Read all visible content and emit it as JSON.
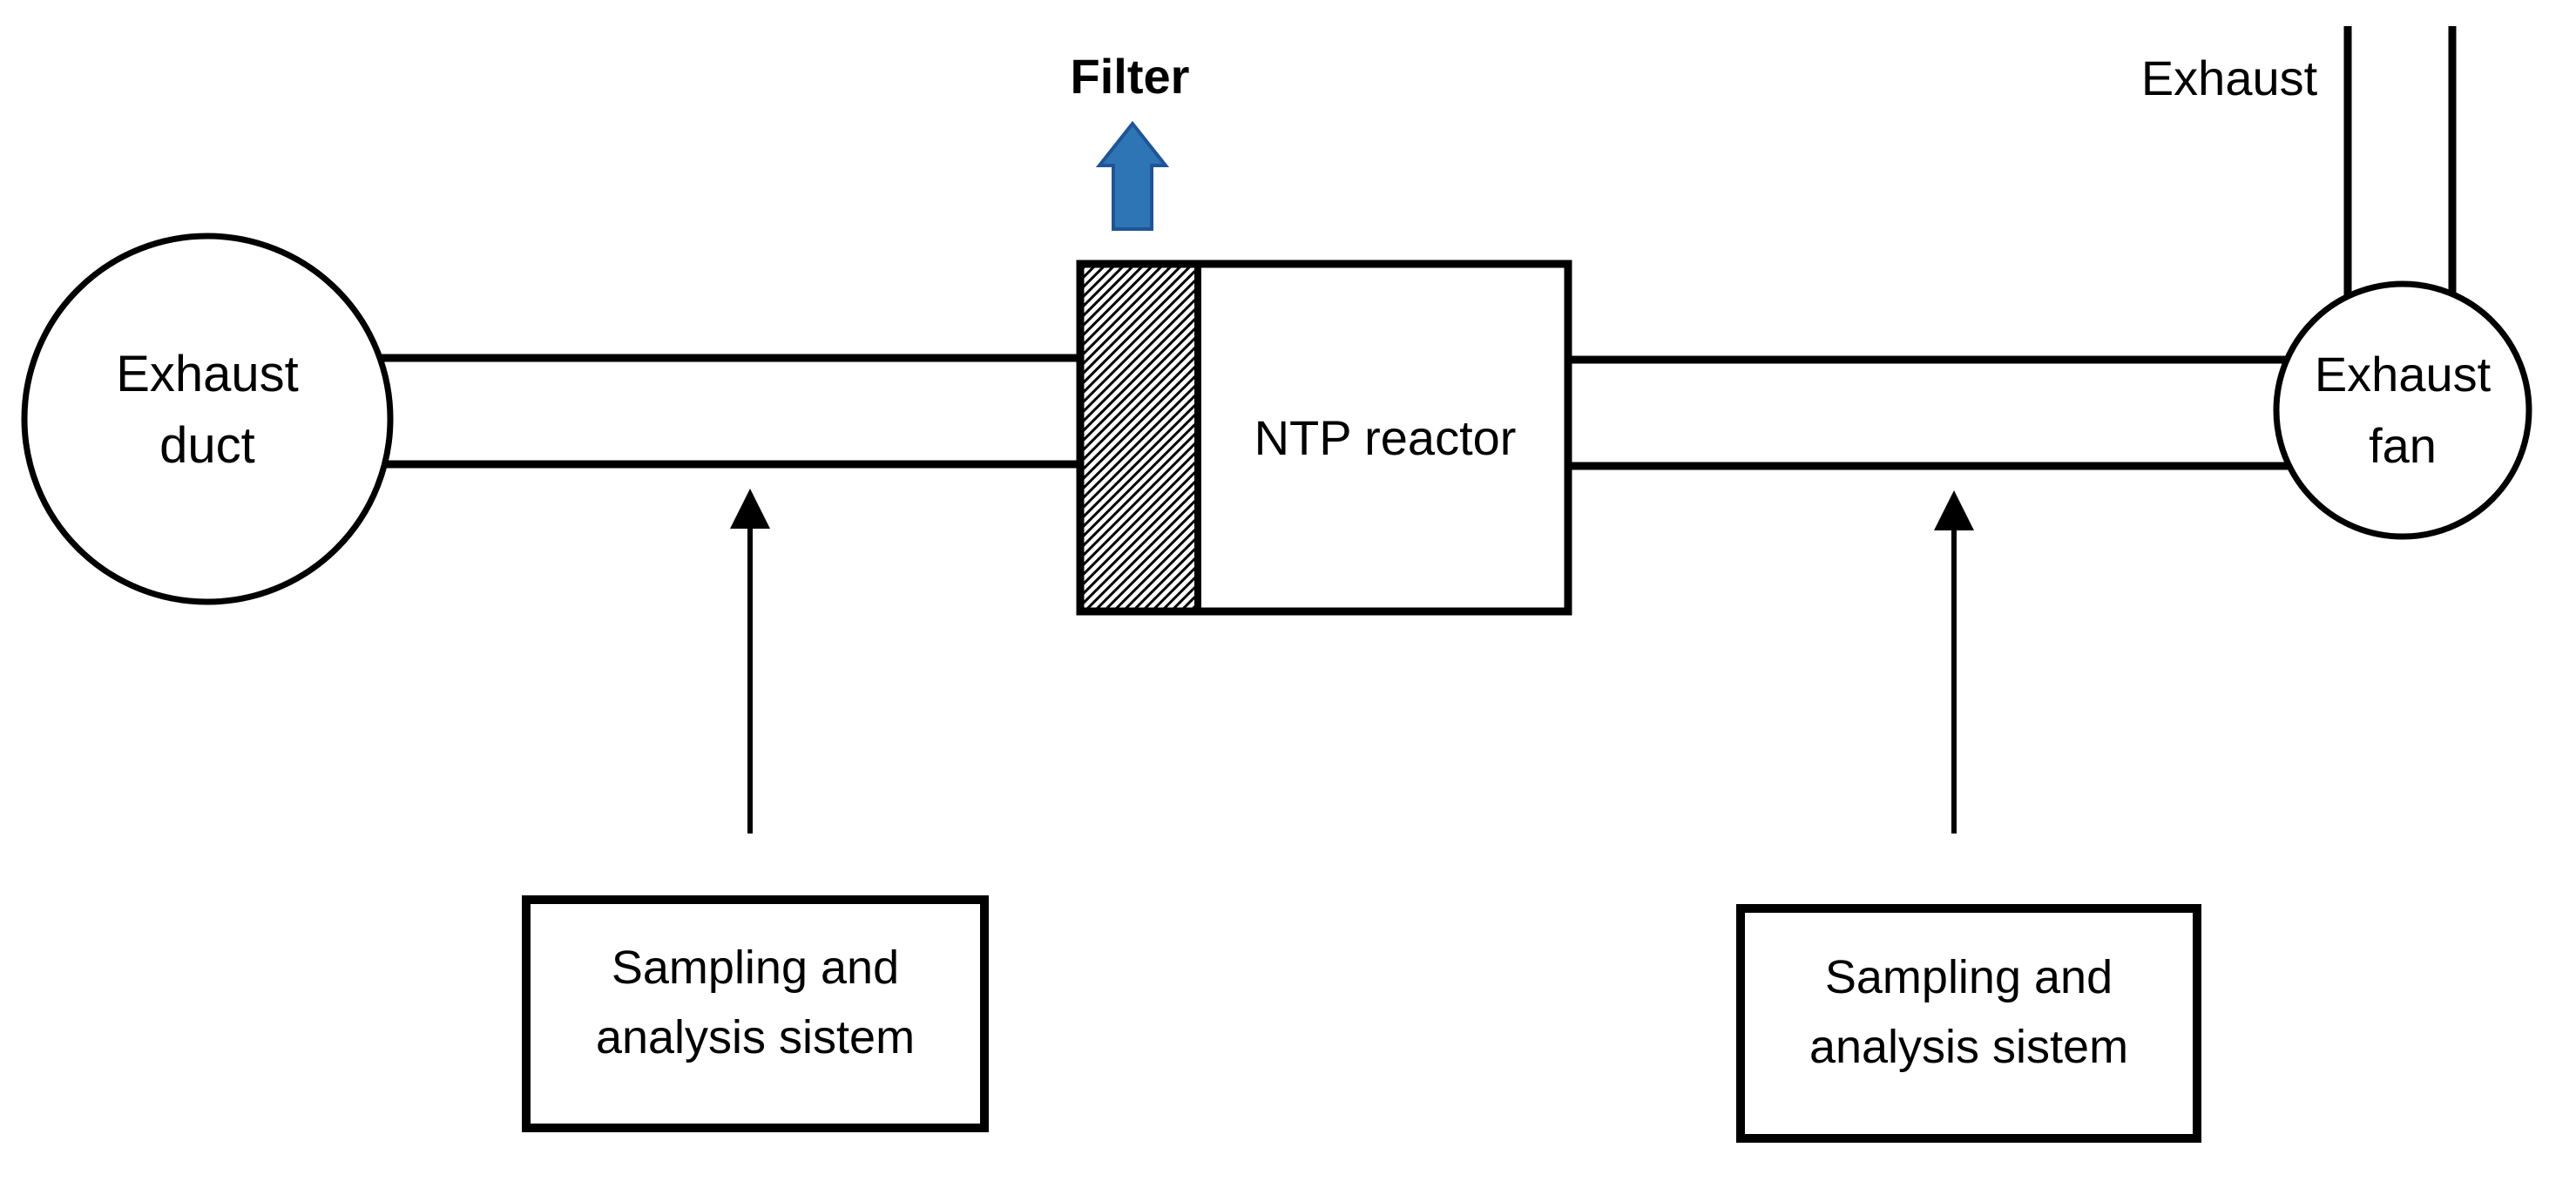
{
  "labels": {
    "exhaust_duct": "Exhaust\nduct",
    "filter": "Filter",
    "ntp_reactor": "NTP reactor",
    "exhaust_outlet": "Exhaust",
    "exhaust_fan": "Exhaust\nfan",
    "sampling_left": "Sampling and\nanalysis sistem",
    "sampling_right": "Sampling and\nanalysis sistem"
  },
  "colors": {
    "line": "#000000",
    "shape_fill": "#ffffff",
    "filter_arrow_fill": "#2E75B6",
    "filter_arrow_stroke": "#1F5597",
    "background": "#ffffff"
  }
}
